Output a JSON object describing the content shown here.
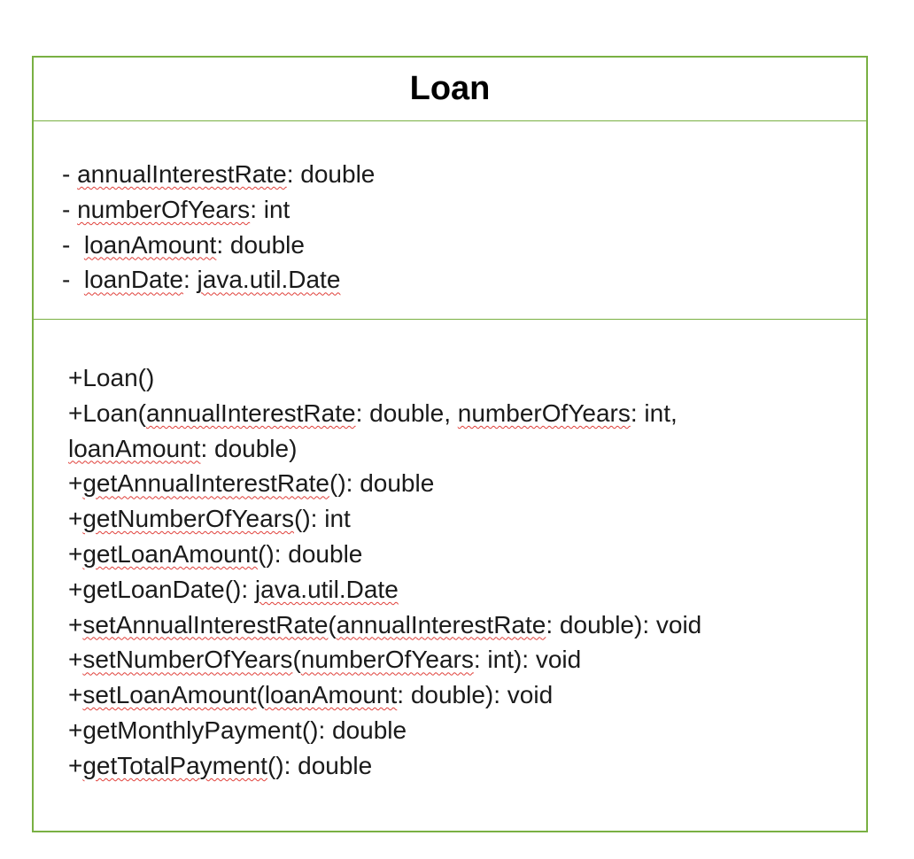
{
  "class_name": "Loan",
  "attributes": [
    [
      {
        "t": "- "
      },
      {
        "t": "annualInterestRate",
        "sq": true
      },
      {
        "t": ": double"
      }
    ],
    [
      {
        "t": "- "
      },
      {
        "t": "numberOfYears",
        "sq": true
      },
      {
        "t": ": int"
      }
    ],
    [
      {
        "t": "-  "
      },
      {
        "t": "loanAmount",
        "sq": true
      },
      {
        "t": ": double"
      }
    ],
    [
      {
        "t": "-  "
      },
      {
        "t": "loanDate",
        "sq": true
      },
      {
        "t": ": "
      },
      {
        "t": "java.util.Date",
        "sq": true
      }
    ]
  ],
  "methods": [
    [
      {
        "t": "+Loan()"
      }
    ],
    [
      {
        "t": "+Loan("
      },
      {
        "t": "annualInterestRate",
        "sq": true
      },
      {
        "t": ": double, "
      },
      {
        "t": "numberOfYears",
        "sq": true
      },
      {
        "t": ": int,"
      }
    ],
    [
      {
        "t": "loanAmount",
        "sq": true
      },
      {
        "t": ": double)"
      }
    ],
    [
      {
        "t": "+"
      },
      {
        "t": "getAnnualInterestRate",
        "sq": true
      },
      {
        "t": "(): double"
      }
    ],
    [
      {
        "t": "+"
      },
      {
        "t": "getNumberOfYears",
        "sq": true
      },
      {
        "t": "(): int"
      }
    ],
    [
      {
        "t": "+"
      },
      {
        "t": "getLoanAmount",
        "sq": true
      },
      {
        "t": "(): double"
      }
    ],
    [
      {
        "t": "+getLoanDate(): "
      },
      {
        "t": "java.util.Date",
        "sq": true
      }
    ],
    [
      {
        "t": "+"
      },
      {
        "t": "setAnnualInterestRate",
        "sq": true
      },
      {
        "t": "("
      },
      {
        "t": "annualInterestRate",
        "sq": true
      },
      {
        "t": ": double): void"
      }
    ],
    [
      {
        "t": "+"
      },
      {
        "t": "setNumberOfYears",
        "sq": true
      },
      {
        "t": "("
      },
      {
        "t": "numberOfYears",
        "sq": true
      },
      {
        "t": ": int): void"
      }
    ],
    [
      {
        "t": "+"
      },
      {
        "t": "setLoanAmount",
        "sq": true
      },
      {
        "t": "("
      },
      {
        "t": "loanAmount",
        "sq": true
      },
      {
        "t": ": double): void"
      }
    ],
    [
      {
        "t": "+getMonthlyPayment(): double"
      }
    ],
    [
      {
        "t": "+"
      },
      {
        "t": "getTotalPayment",
        "sq": true
      },
      {
        "t": "(): double"
      }
    ]
  ],
  "colors": {
    "border": "#79b043",
    "spellcheck_underline": "#e0403a"
  }
}
